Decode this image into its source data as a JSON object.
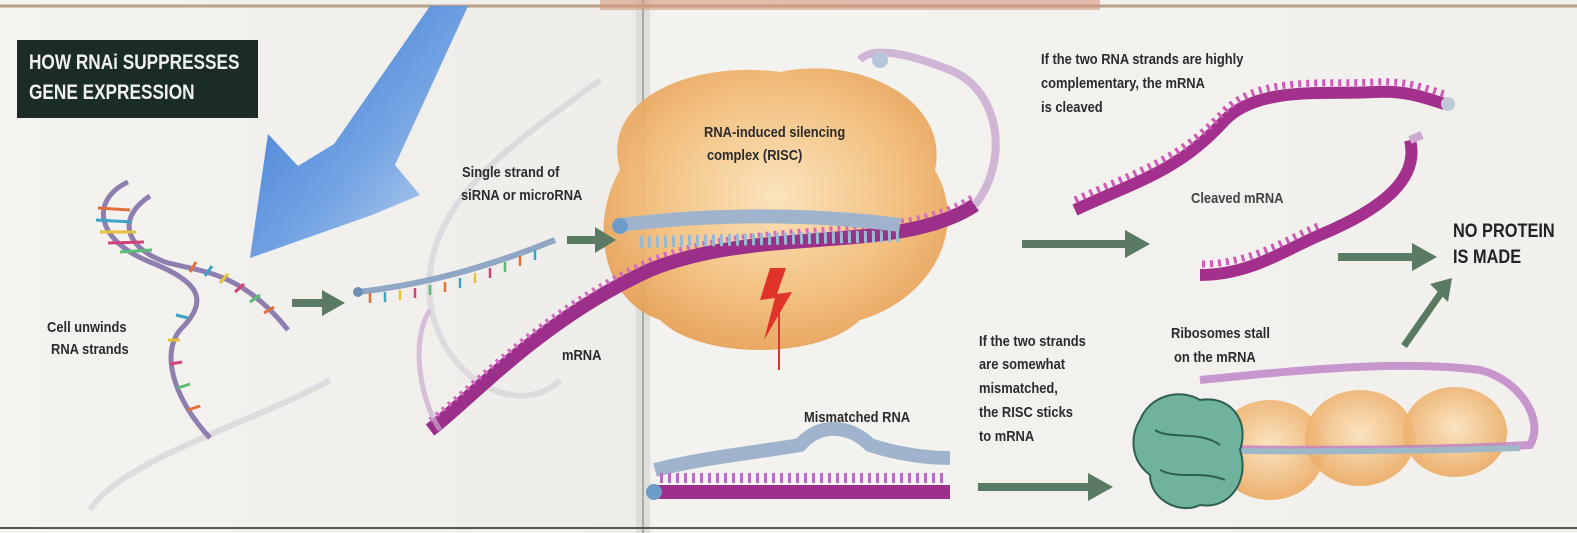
{
  "title": {
    "line1": "HOW RNAi SUPPRESSES",
    "line2": "GENE EXPRESSION"
  },
  "labels": {
    "unwinds_line1": "Cell unwinds",
    "unwinds_line2": "RNA strands",
    "single_line1": "Single strand of",
    "single_line2": "siRNA or microRNA",
    "risc_line1": "RNA-induced silencing",
    "risc_line2": "complex (RISC)",
    "mrna": "mRNA",
    "mismatched_rna": "Mismatched RNA",
    "complementary_line1": "If the two RNA strands are highly",
    "complementary_line2": "complementary, the mRNA",
    "complementary_line3": "is cleaved",
    "cleaved_mrna": "Cleaved mRNA",
    "no_protein_line1": "NO PROTEIN",
    "no_protein_line2": "IS MADE",
    "mismatch_line1": "If the two strands",
    "mismatch_line2": "are somewhat",
    "mismatch_line3": "mismatched,",
    "mismatch_line4": "the RISC sticks",
    "mismatch_line5": "to mRNA",
    "ribosomes_line1": "Ribosomes stall",
    "ribosomes_line2": "on the mRNA"
  },
  "colors": {
    "title_bg": "#1a2b28",
    "arrow_green": "#4f6b57",
    "big_arrow_blue": "#5b8fd6",
    "mrna_magenta": "#a0338e",
    "risc_orange": "#f0b36a",
    "sirna_blue": "#9fb4cc",
    "ribosome_green": "#4f9b86"
  },
  "icons": {
    "process_arrow": "arrow-right-icon",
    "big_arrow": "large-down-left-arrow",
    "lightning": "lightning-bolt-icon"
  }
}
